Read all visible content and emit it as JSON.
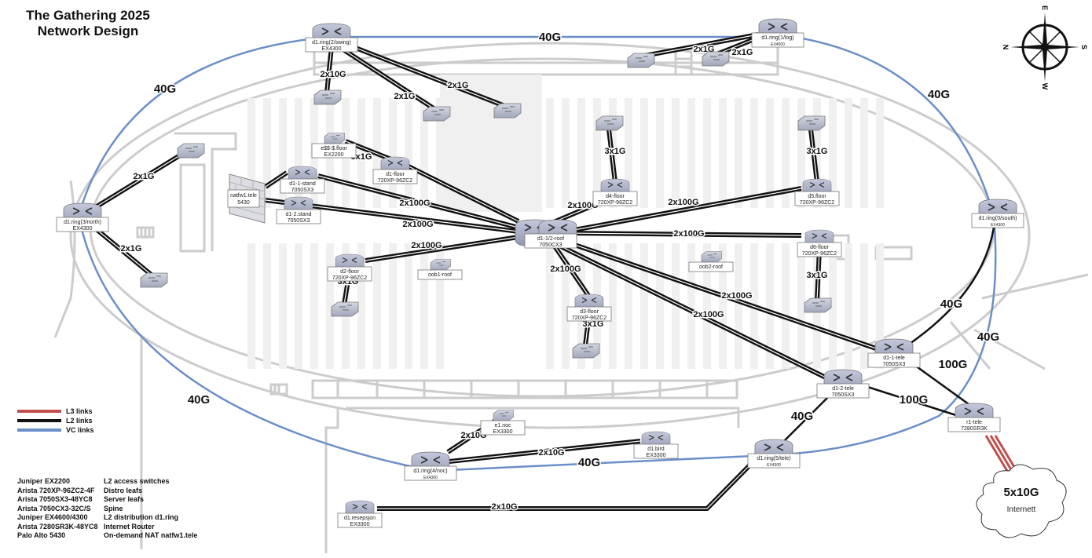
{
  "title": {
    "line1": "The Gathering 2025",
    "line2": "Network Design"
  },
  "compass": {
    "n": "N",
    "e": "E",
    "s": "S",
    "w": "W"
  },
  "colors": {
    "l3": "#c0504d",
    "l2": "#111111",
    "vc": "#6b8fc8",
    "floor": "#cccccc",
    "device": "#a9aec4"
  },
  "legend": [
    {
      "label": "L3 links",
      "color": "#c0504d"
    },
    {
      "label": "L2 links",
      "color": "#111111"
    },
    {
      "label": "VC links",
      "color": "#6b8fc8"
    }
  ],
  "models": [
    {
      "model": "Juniper EX2200",
      "role": "L2 access switches"
    },
    {
      "model": "Arista 720XP-96ZC2-4F",
      "role": "Distro leafs"
    },
    {
      "model": "Arista 7050SX3-48YC8",
      "role": "Server leafs"
    },
    {
      "model": "Arista 7050CX3-32C/S",
      "role": "Spine"
    },
    {
      "model": "Juniper EX4600/4300",
      "role": "L2 distribution d1.ring"
    },
    {
      "model": "Arista 7280SR3K-48YC8",
      "role": "Internet Router"
    },
    {
      "model": "Palo Alto 5430",
      "role": "On-demand NAT natfw1.tele"
    }
  ],
  "devices": {
    "ring2": {
      "name": "d1.ring(2/swing)",
      "model": "EX4300"
    },
    "ring1": {
      "name": "d1.ring(1/log)",
      "model": "EX4600"
    },
    "ring3": {
      "name": "d1.ring(3/north)",
      "model": "EX4300"
    },
    "ring0": {
      "name": "d1.ring(0/south)",
      "model": "EX4300"
    },
    "ring4": {
      "name": "d1.ring(4/noc)",
      "model": "EX4300"
    },
    "ring5": {
      "name": "d1.ring(5/tele)",
      "model": "EX4300"
    },
    "natfw": {
      "name": "natfw1.tele",
      "model": "5430"
    },
    "stand1": {
      "name": "d1-1-stand",
      "model": "7050SX3"
    },
    "stand2": {
      "name": "d1-2.stand",
      "model": "7050SX3"
    },
    "e55": {
      "name": "e$$-$.floor",
      "model": "EX2200"
    },
    "d1floor": {
      "name": "d1-floor",
      "model": "720XP-96ZC2"
    },
    "roof": {
      "name": "d1-1/2-roof",
      "model": "7050CX3"
    },
    "d2floor": {
      "name": "d2-floor",
      "model": "720XP-96ZC2"
    },
    "oob1": {
      "name": "oob1-roof"
    },
    "d3floor": {
      "name": "d3-floor",
      "model": "720XP-96ZC2"
    },
    "d4floor": {
      "name": "d4-floor",
      "model": "720XP-96ZC2"
    },
    "d5floor": {
      "name": "d5.floor",
      "model": "720XP-96ZC2"
    },
    "d6floor": {
      "name": "d6-floor",
      "model": "720XP-96ZC2"
    },
    "oob2": {
      "name": "oob2-roof"
    },
    "tele1": {
      "name": "d1-1-tele",
      "model": "7050SX3"
    },
    "tele2": {
      "name": "d1-2-tele",
      "model": "7050SX3"
    },
    "r1": {
      "name": "r1-tele",
      "model": "7280SR3K"
    },
    "e1noc": {
      "name": "e1.noc",
      "model": "EX3300"
    },
    "bird": {
      "name": "d1.bird",
      "model": "EX3300"
    },
    "resepsjon": {
      "name": "d1.resepsjon",
      "model": "EX3300"
    }
  },
  "links": {
    "vc_top": "40G",
    "vc_topleft": "40G",
    "vc_topright": "40G",
    "vc_botleft": "40G",
    "vc_bot": "40G",
    "vc_right": "40G",
    "ring2_a": "2x10G",
    "ring2_b": "2x1G",
    "ring2_c": "2x1G",
    "ring1_a": "2x1G",
    "ring1_b": "2x1G",
    "ring3_a": "2x1G",
    "ring3_b": "2x1G",
    "e55": "3x1G",
    "stand1": "2x100G",
    "stand2": "2x100G",
    "d2": "2x100G",
    "d2_access": "3x1G",
    "d3": "2x100G",
    "d3_access": "3x1G",
    "d4": "2x100G",
    "d4_access": "3x1G",
    "d5": "2x100G",
    "d5_access": "3x1G",
    "d6": "2x100G",
    "d6_access": "3x1G",
    "tele1": "2x100G",
    "tele2": "2x100G",
    "ring0_tele1": "40G",
    "tele2_ring5": "40G",
    "tele1_r1": "100G",
    "tele2_r1": "100G",
    "e1noc": "2x10G",
    "bird": "2x10G",
    "resepsjon": "2x10G"
  },
  "internet": {
    "capacity": "5x10G",
    "label": "Internett"
  }
}
